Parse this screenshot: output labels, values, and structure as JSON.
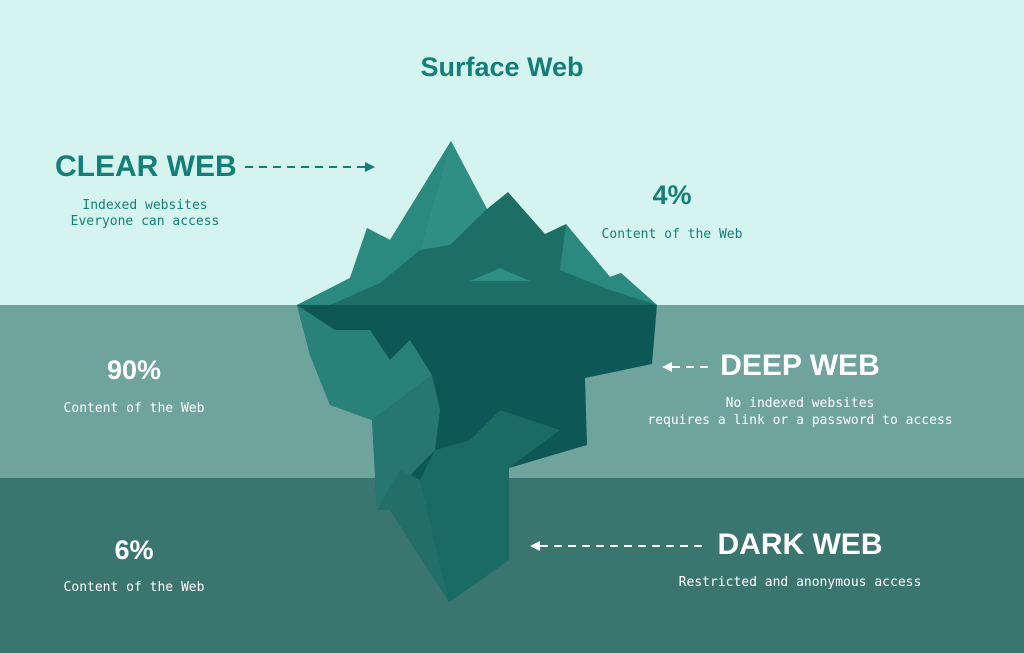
{
  "title": "Surface Web",
  "clear": {
    "heading": "CLEAR WEB",
    "desc1": "Indexed websites",
    "desc2": "Everyone can access",
    "pct": "4%",
    "pct_label": "Content of the Web"
  },
  "deep": {
    "heading": "DEEP WEB",
    "desc1": "No indexed websites",
    "desc2": "requires a link or a password to access",
    "pct": "90%",
    "pct_label": "Content of the Web"
  },
  "dark": {
    "heading": "DARK WEB",
    "desc1": "Restricted and anonymous access",
    "pct": "6%",
    "pct_label": "Content of the Web"
  },
  "colors": {
    "surface": "#d6f4ef",
    "deep": "#6fa39d",
    "dark": "#3b7570",
    "accent": "#137f76"
  }
}
